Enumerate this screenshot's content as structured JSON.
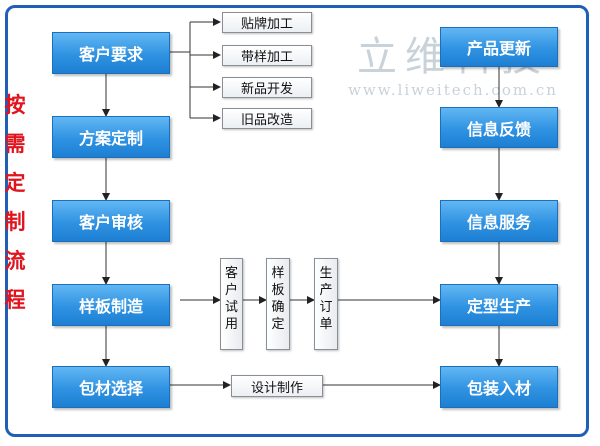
{
  "side_title": [
    "按",
    "需",
    "定",
    "制",
    "流",
    "程"
  ],
  "watermark": {
    "name": "立维科技",
    "url": "www.liweitech.com.cn"
  },
  "left_column": [
    "客户要求",
    "方案定制",
    "客户审核",
    "样板制造",
    "包材选择"
  ],
  "right_column": [
    "产品更新",
    "信息反馈",
    "信息服务",
    "定型生产",
    "包装入材"
  ],
  "branch_items": [
    "贴牌加工",
    "带样加工",
    "新品开发",
    "旧品改造"
  ],
  "middle_steps": [
    [
      "客",
      "户",
      "试",
      "用"
    ],
    [
      "样",
      "板",
      "确",
      "定"
    ],
    [
      "生",
      "产",
      "订",
      "单"
    ]
  ],
  "design_box": "设计制作"
}
